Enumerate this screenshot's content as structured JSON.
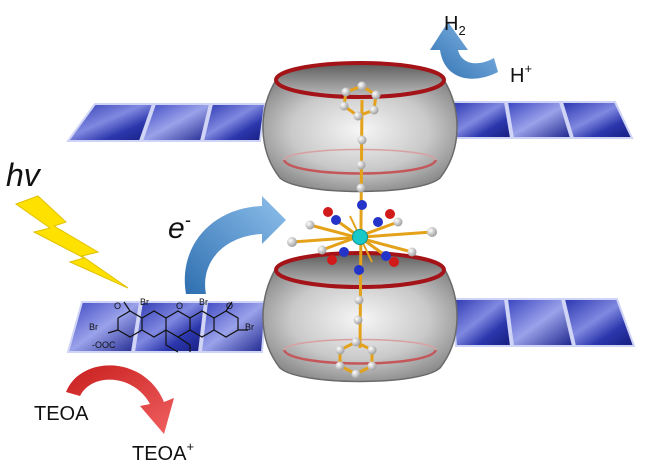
{
  "labels": {
    "light": "hv",
    "electron": "e",
    "electron_sup": "-",
    "h2_main": "H",
    "h2_sub": "2",
    "hplus_main": "H",
    "hplus_sup": "+",
    "teoa": "TEOA",
    "teoa_plus_main": "TEOA",
    "teoa_plus_sup": "+"
  },
  "dye_labels": {
    "br1": "Br",
    "br2": "Br",
    "br3": "Br",
    "br4": "Br",
    "o1": "O",
    "o2": "O",
    "o3": "O",
    "coo": "-OOC"
  },
  "colors": {
    "panel": "#1f2a9a",
    "panel_light": "#6f79d6",
    "ring": "#a31318",
    "cage": "#bdbdbd",
    "arrow_blue": "#4a8fd0",
    "arrow_red": "#d52a2a",
    "bolt": "#ffe100",
    "bond": "#e3a21a",
    "cobalt": "#19c9c9"
  }
}
